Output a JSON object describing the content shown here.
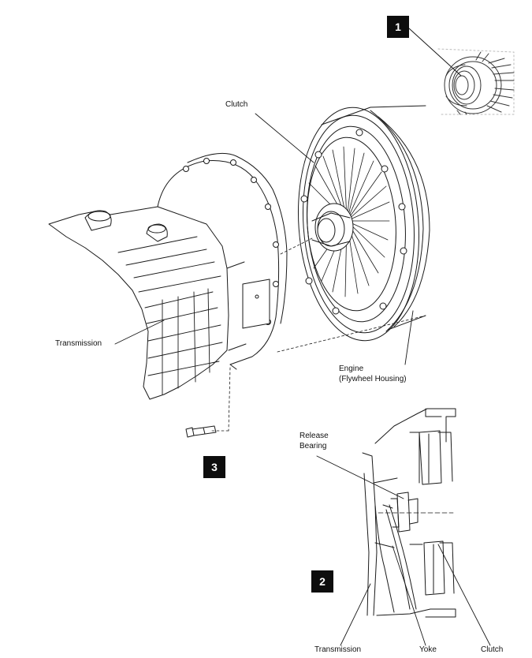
{
  "badges": {
    "one": "1",
    "two": "2",
    "three": "3"
  },
  "labels": {
    "clutch_top": "Clutch",
    "transmission_left": "Transmission",
    "engine_line1": "Engine",
    "engine_line2": "(Flywheel Housing)",
    "release_line1": "Release",
    "release_line2": "Bearing",
    "transmission_bottom": "Transmission",
    "yoke": "Yoke",
    "clutch_bottom": "Clutch"
  },
  "colors": {
    "ink": "#1a1a1a",
    "paper": "#ffffff",
    "badge": "#0d0d0d"
  }
}
